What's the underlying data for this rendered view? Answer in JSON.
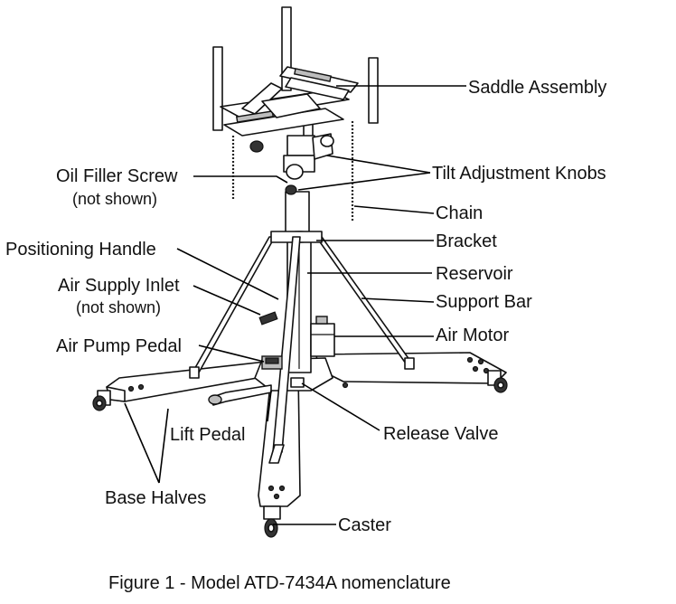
{
  "labels": {
    "saddle_assembly": "Saddle Assembly",
    "oil_filler_screw": "Oil Filler Screw",
    "oil_filler_note": "(not shown)",
    "tilt_adjustment_knobs": "Tilt Adjustment Knobs",
    "chain": "Chain",
    "positioning_handle": "Positioning Handle",
    "bracket": "Bracket",
    "air_supply_inlet": "Air Supply Inlet",
    "air_supply_note": "(not shown)",
    "reservoir": "Reservoir",
    "support_bar": "Support Bar",
    "air_motor": "Air Motor",
    "air_pump_pedal": "Air Pump Pedal",
    "lift_pedal": "Lift Pedal",
    "release_valve": "Release Valve",
    "base_halves": "Base Halves",
    "caster": "Caster"
  },
  "caption": "Figure 1 - Model ATD-7434A nomenclature"
}
